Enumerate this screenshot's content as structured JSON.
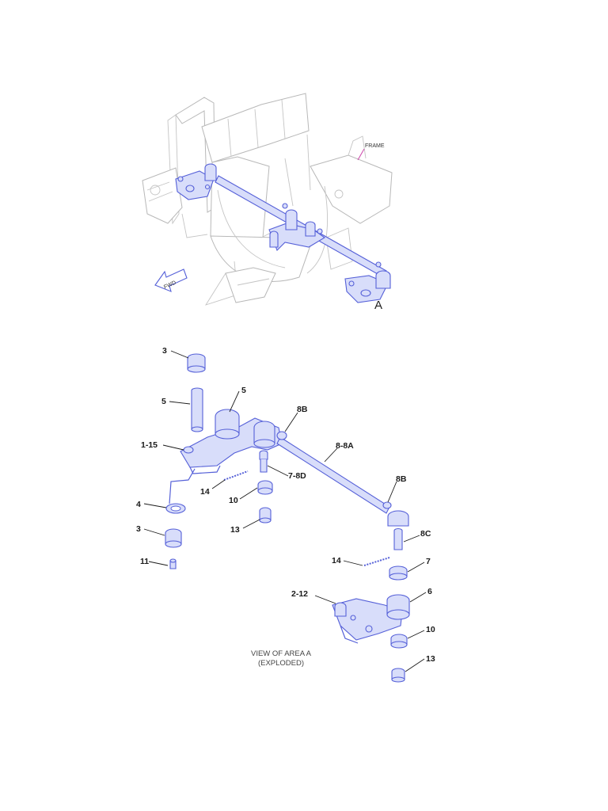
{
  "top_view": {
    "frame_label": "FRAME",
    "fwd_label": "FWD",
    "area_label": "A"
  },
  "exploded_view": {
    "caption_line1": "VIEW OF AREA A",
    "caption_line2": "(EXPLODED)",
    "callouts": {
      "c_3_top": "3",
      "c_5_left": "5",
      "c_5_right": "5",
      "c_8b_upper": "8B",
      "c_1_15": "1-15",
      "c_8_8a": "8-8A",
      "c_7_8d": "7-8D",
      "c_14_left": "14",
      "c_10_left": "10",
      "c_4": "4",
      "c_8b_lower": "8B",
      "c_13_left": "13",
      "c_3_lower": "3",
      "c_8c": "8C",
      "c_11": "11",
      "c_14_right": "14",
      "c_7": "7",
      "c_2_12": "2-12",
      "c_6": "6",
      "c_10_right": "10",
      "c_13_right": "13"
    }
  },
  "colors": {
    "part_line": "#5560d8",
    "part_fill": "#d8ddfa",
    "frame_line": "#b8b8b8",
    "frame_pointer": "#cc44aa",
    "text": "#1a1a1a"
  }
}
